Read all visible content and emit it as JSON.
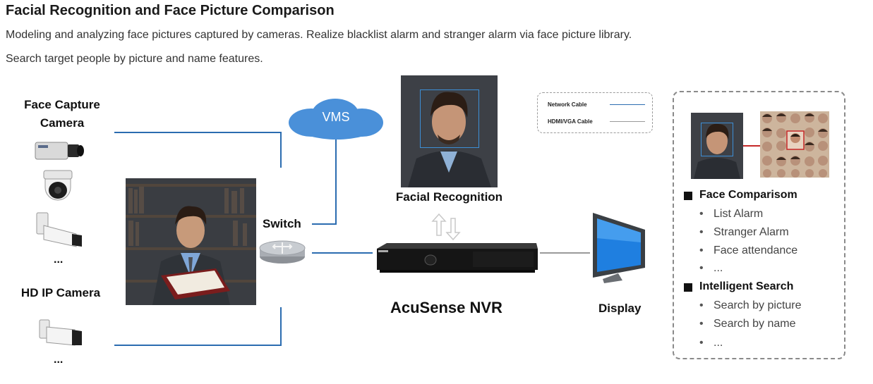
{
  "title": "Facial Recognition and Face Picture Comparison",
  "description": [
    "Modeling and analyzing face pictures captured by cameras. Realize blacklist alarm and stranger alarm via face picture library.",
    "Search target people by picture and name features."
  ],
  "labels": {
    "face_capture_camera_line1": "Face Capture",
    "face_capture_camera_line2": "Camera",
    "capture_ellipsis": "...",
    "hd_ip_camera": "HD IP Camera",
    "hd_ellipsis": "...",
    "vms": "VMS",
    "switch": "Switch",
    "facial_recognition": "Facial Recognition",
    "nvr": "AcuSense NVR",
    "display": "Display"
  },
  "legend": {
    "network_cable": "Network Cable",
    "hdmi_cable": "HDMI/VGA Cable",
    "network_color": "#2b6cb0",
    "hdmi_color": "#9a9a9a"
  },
  "panel": {
    "face_comparison": {
      "heading": "Face Comparisom",
      "items": [
        "List Alarm",
        "Stranger Alarm",
        "Face attendance",
        "..."
      ]
    },
    "intelligent_search": {
      "heading": "Intelligent Search",
      "items": [
        "Search by picture",
        "Search by name",
        "..."
      ]
    }
  },
  "colors": {
    "network_line": "#2b6cb0",
    "hdmi_line": "#9a9a9a",
    "cloud": "#4a90d9",
    "highlight_box": "#3d8fd6"
  }
}
